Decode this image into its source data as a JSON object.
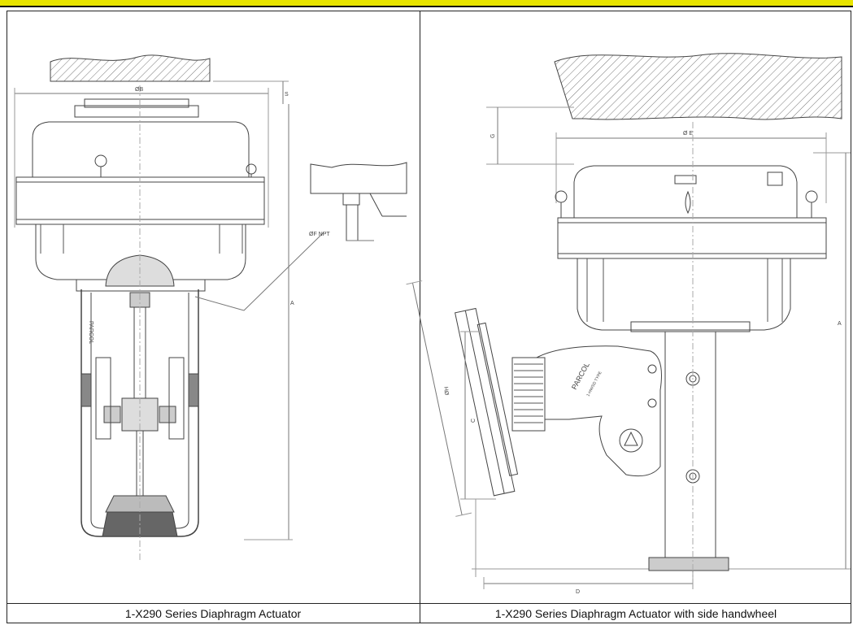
{
  "captions": {
    "left": "1-X290 Series Diaphragm Actuator",
    "right": "1-X290 Series Diaphragm Actuator with side handwheel"
  },
  "left_drawing": {
    "dim_diameter": "ØB",
    "dim_height": "A",
    "dim_top": "S",
    "port_label": "ØF NPT",
    "brand": "PARCOL"
  },
  "right_drawing": {
    "dim_diameter": "Ø E",
    "dim_height": "A",
    "dim_top": "G",
    "dim_width": "D",
    "dim_handwheel": "ØH",
    "dim_c": "C",
    "brand": "PARCOL",
    "brand_sub": "1-HWSD TYPE"
  }
}
